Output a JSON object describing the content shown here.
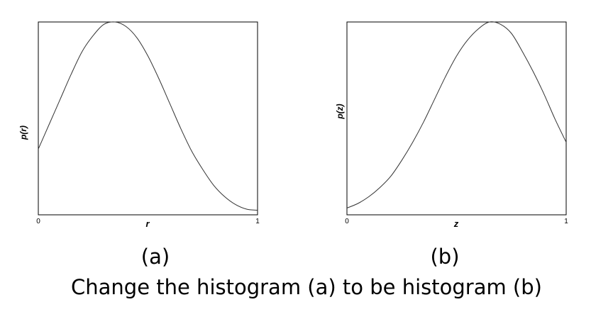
{
  "caption": "Change the histogram (a) to be histogram (b)",
  "chart_data": [
    {
      "type": "line",
      "panel_label": "(a)",
      "xlabel": "r",
      "ylabel": "p(r)",
      "x_ticks": [
        "0",
        "1"
      ],
      "xlim": [
        0,
        1
      ],
      "ylim": [
        0.15,
        1.0
      ],
      "grid": false,
      "series": [
        {
          "x": [
            0,
            0.05,
            0.1,
            0.15,
            0.2,
            0.25,
            0.3,
            0.35,
            0.4,
            0.45,
            0.5,
            0.55,
            0.6,
            0.65,
            0.7,
            0.75,
            0.8,
            0.85,
            0.9,
            0.95,
            1.0
          ],
          "y": [
            0.44,
            0.55,
            0.66,
            0.77,
            0.87,
            0.94,
            0.99,
            1.0,
            0.98,
            0.93,
            0.85,
            0.75,
            0.64,
            0.53,
            0.43,
            0.35,
            0.28,
            0.23,
            0.195,
            0.175,
            0.17
          ]
        }
      ]
    },
    {
      "type": "line",
      "panel_label": "(b)",
      "xlabel": "z",
      "ylabel": "p(z)",
      "x_ticks": [
        "0",
        "1"
      ],
      "xlim": [
        0,
        1
      ],
      "ylim": [
        0.15,
        1.0
      ],
      "grid": false,
      "series": [
        {
          "x": [
            0,
            0.05,
            0.1,
            0.15,
            0.2,
            0.25,
            0.3,
            0.35,
            0.4,
            0.45,
            0.5,
            0.55,
            0.6,
            0.65,
            0.7,
            0.75,
            0.8,
            0.85,
            0.9,
            0.95,
            1.0
          ],
          "y": [
            0.18,
            0.2,
            0.23,
            0.27,
            0.32,
            0.39,
            0.47,
            0.56,
            0.66,
            0.76,
            0.85,
            0.92,
            0.97,
            1.0,
            0.99,
            0.95,
            0.87,
            0.78,
            0.68,
            0.57,
            0.47
          ]
        }
      ]
    }
  ]
}
